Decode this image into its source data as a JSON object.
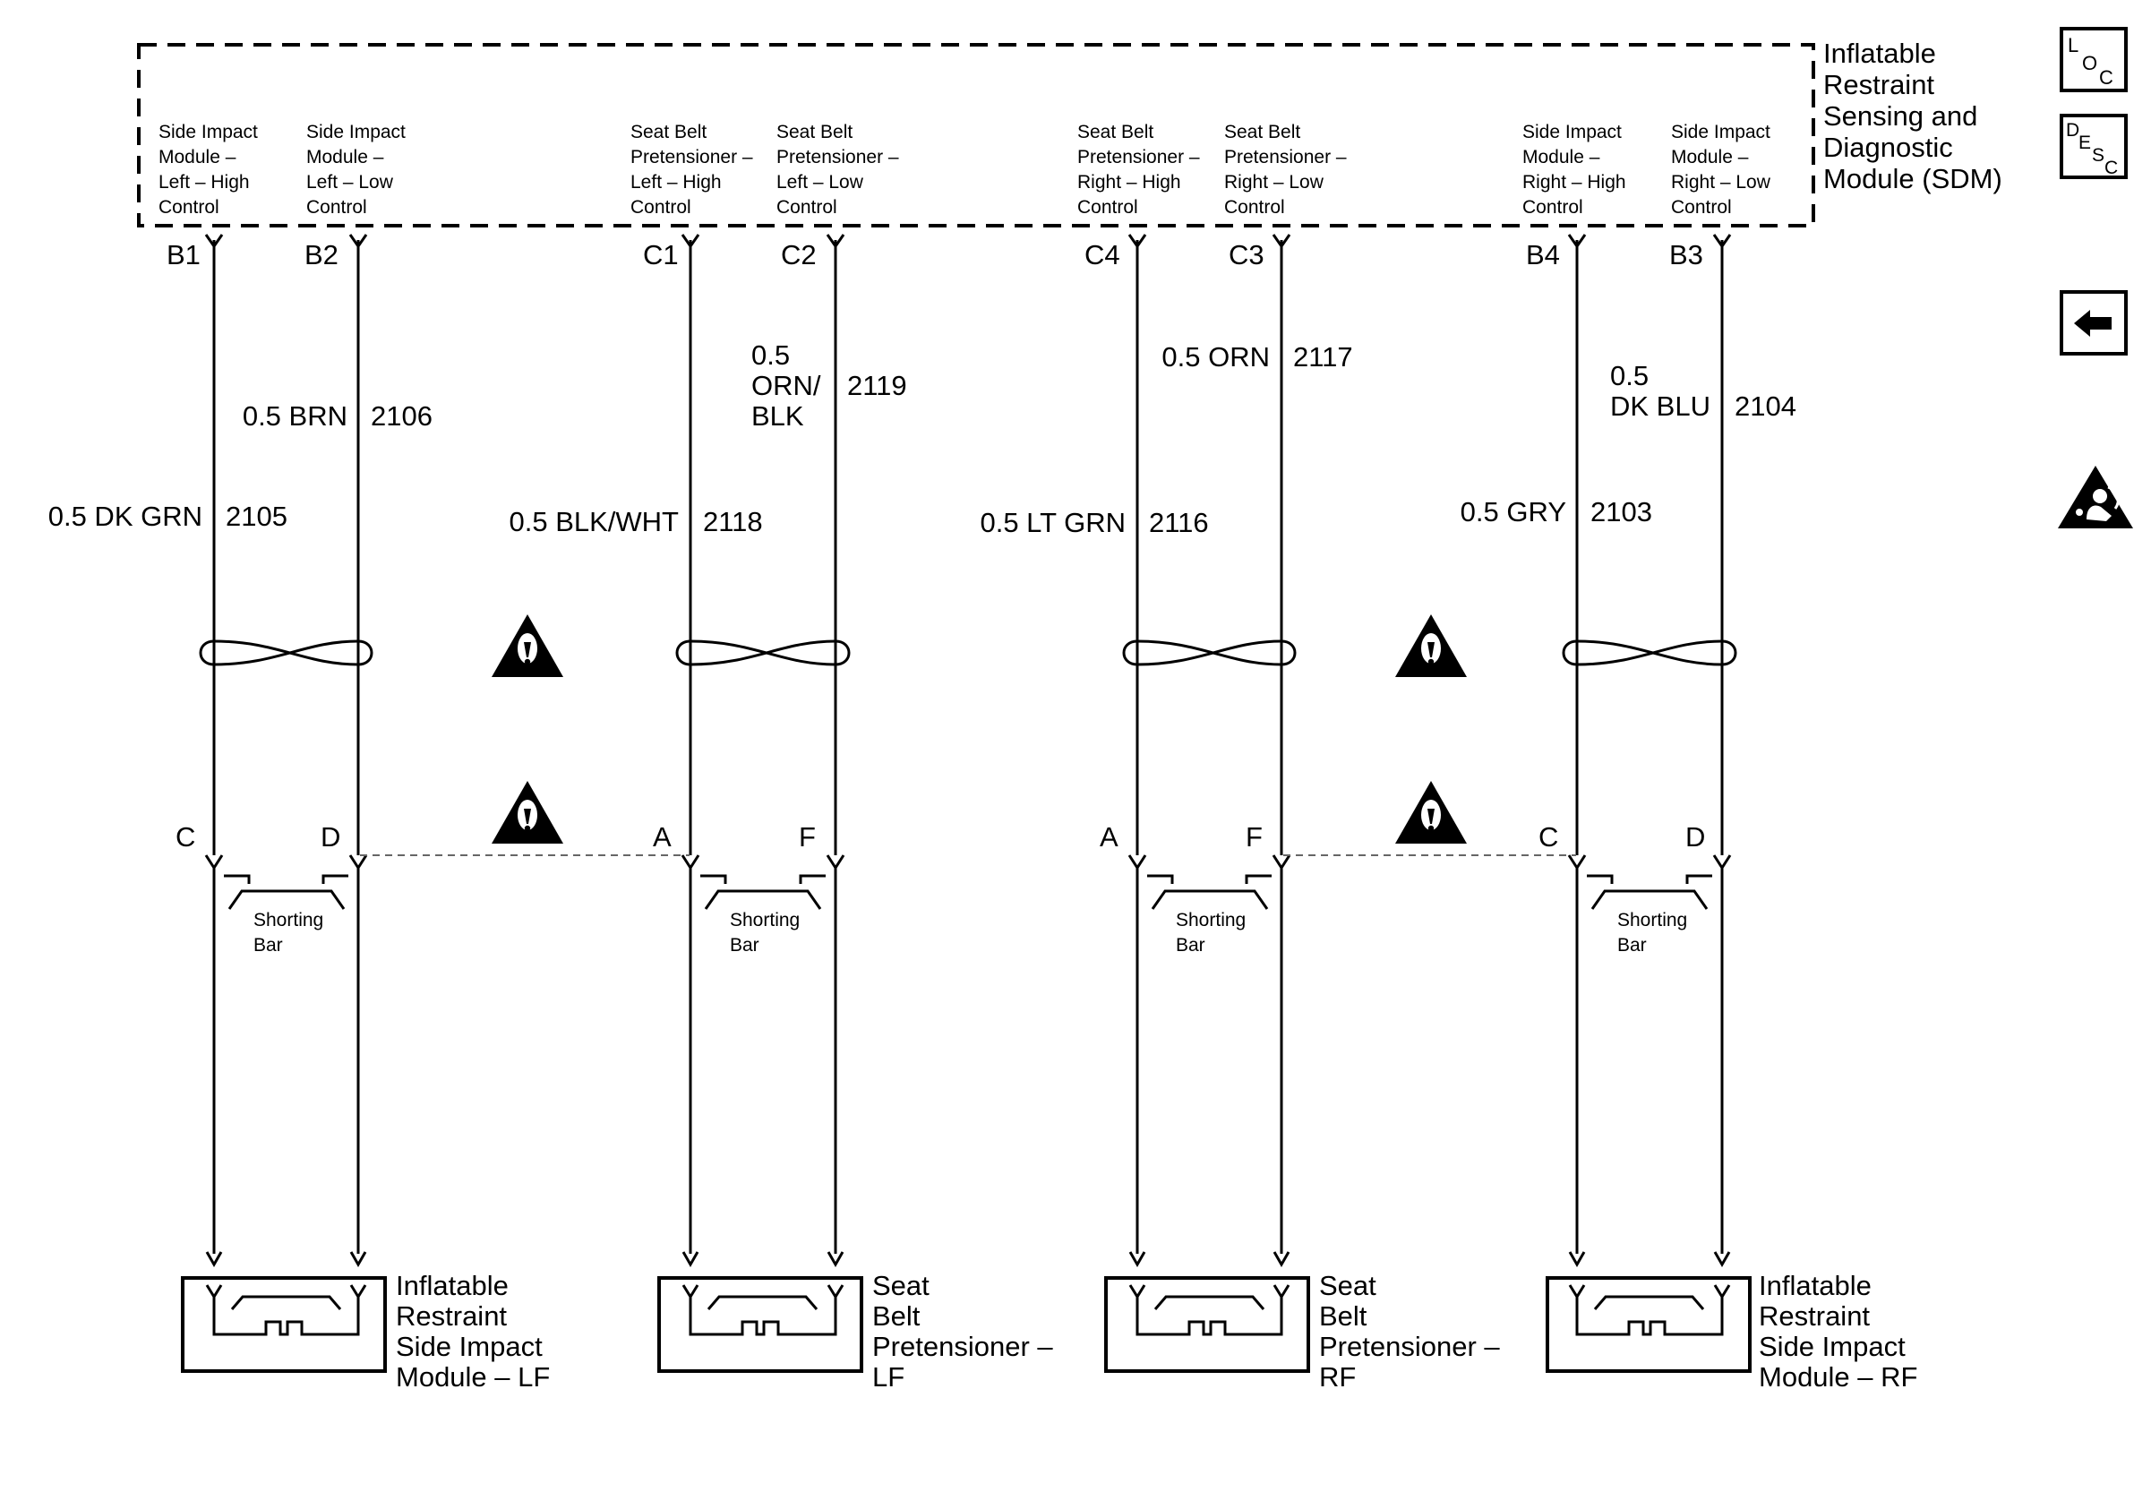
{
  "sdm": {
    "title_lines": [
      "Inflatable",
      "Restraint",
      "Sensing and",
      "Diagnostic",
      "Module (SDM)"
    ]
  },
  "circuits": [
    {
      "pins": [
        {
          "terminal": "B1",
          "label_lines": [
            "Side Impact",
            "Module –",
            "Left – High",
            "Control"
          ],
          "wire_color": "0.5 DK GRN",
          "circuit": "2105"
        },
        {
          "terminal": "B2",
          "label_lines": [
            "Side Impact",
            "Module –",
            "Left – Low",
            "Control"
          ],
          "wire_color": "0.5 BRN",
          "circuit": "2106"
        }
      ],
      "connector_terminals": [
        "C",
        "D"
      ],
      "shorting_bar": [
        "Shorting",
        "Bar"
      ],
      "component_lines": [
        "Inflatable",
        "Restraint",
        "Side Impact",
        "Module – LF"
      ]
    },
    {
      "pins": [
        {
          "terminal": "C1",
          "label_lines": [
            "Seat Belt",
            "Pretensioner –",
            "Left – High",
            "Control"
          ],
          "wire_color": "0.5 BLK/WHT",
          "circuit": "2118"
        },
        {
          "terminal": "C2",
          "label_lines": [
            "Seat Belt",
            "Pretensioner –",
            "Left – Low",
            "Control"
          ],
          "wire_color": "0.5 ORN/ BLK",
          "wire_color_lines": [
            "0.5",
            "ORN/",
            "BLK"
          ],
          "circuit": "2119"
        }
      ],
      "connector_terminals": [
        "A",
        "F"
      ],
      "shorting_bar": [
        "Shorting",
        "Bar"
      ],
      "component_lines": [
        "Seat",
        "Belt",
        "Pretensioner –",
        "LF"
      ]
    },
    {
      "pins": [
        {
          "terminal": "C4",
          "label_lines": [
            "Seat Belt",
            "Pretensioner –",
            "Right – High",
            "Control"
          ],
          "wire_color": "0.5 LT GRN",
          "circuit": "2116"
        },
        {
          "terminal": "C3",
          "label_lines": [
            "Seat Belt",
            "Pretensioner –",
            "Right – Low",
            "Control"
          ],
          "wire_color": "0.5 ORN",
          "circuit": "2117"
        }
      ],
      "connector_terminals": [
        "A",
        "F"
      ],
      "shorting_bar": [
        "Shorting",
        "Bar"
      ],
      "component_lines": [
        "Seat",
        "Belt",
        "Pretensioner –",
        "RF"
      ]
    },
    {
      "pins": [
        {
          "terminal": "B4",
          "label_lines": [
            "Side Impact",
            "Module –",
            "Right – High",
            "Control"
          ],
          "wire_color": "0.5 GRY",
          "circuit": "2103"
        },
        {
          "terminal": "B3",
          "label_lines": [
            "Side Impact",
            "Module –",
            "Right – Low",
            "Control"
          ],
          "wire_color": "0.5 DK BLU",
          "wire_color_lines": [
            "0.5",
            "DK BLU"
          ],
          "circuit": "2104"
        }
      ],
      "connector_terminals": [
        "C",
        "D"
      ],
      "shorting_bar": [
        "Shorting",
        "Bar"
      ],
      "component_lines": [
        "Inflatable",
        "Restraint",
        "Side Impact",
        "Module – RF"
      ]
    }
  ],
  "side_buttons": {
    "loc": {
      "l": "L",
      "o": "O",
      "c": "C"
    },
    "desc": {
      "d": "D",
      "e": "E",
      "s": "S",
      "c": "C"
    },
    "back": "back-arrow-icon",
    "airbag": "airbag-warning-icon"
  },
  "icons": {
    "warning": "warning-triangle-icon",
    "twist": "twisted-pair-icon"
  }
}
